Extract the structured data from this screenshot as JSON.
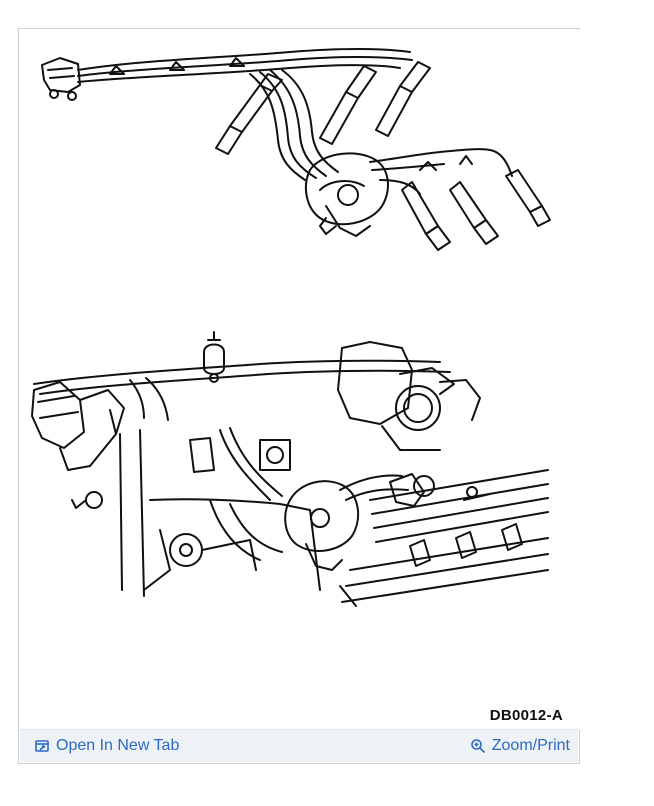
{
  "figure": {
    "code": "DB0012-A"
  },
  "actions": {
    "open_new_tab": {
      "label": "Open In New Tab",
      "icon": "open-new-tab-icon"
    },
    "zoom_print": {
      "label": "Zoom/Print",
      "icon": "zoom-icon"
    }
  },
  "colors": {
    "link": "#2b6cc4",
    "action_bar_bg": "#eef1f6",
    "card_border": "#cfcfcf"
  }
}
